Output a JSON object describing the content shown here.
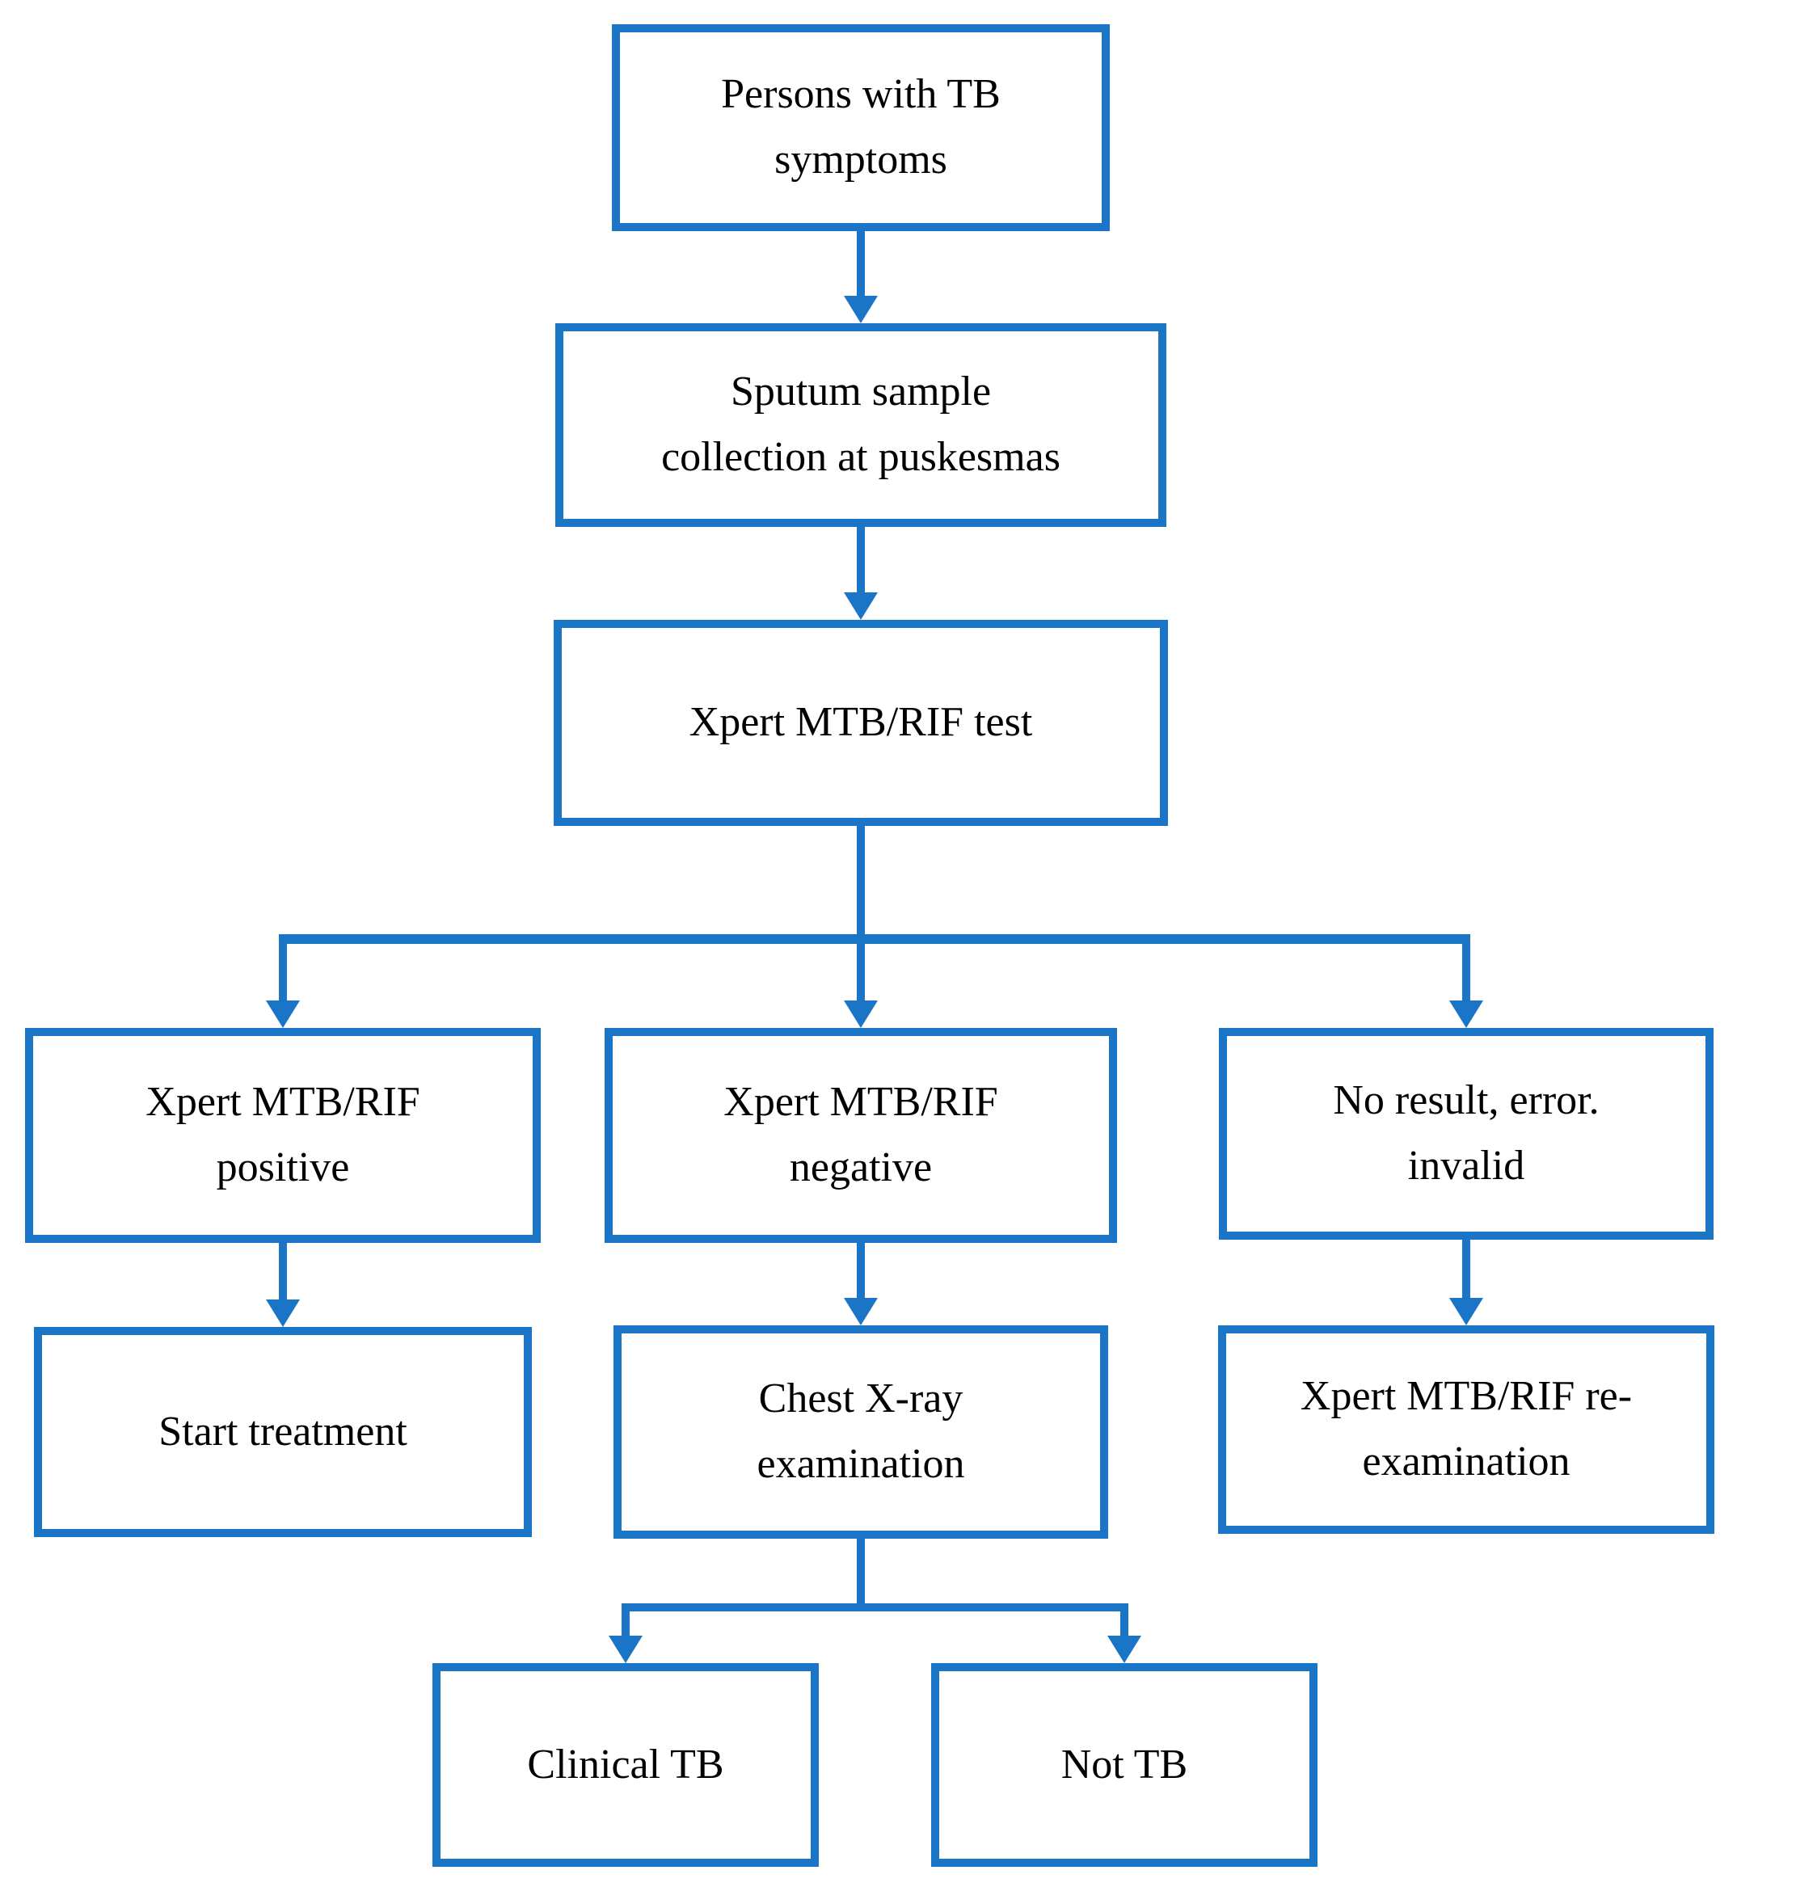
{
  "colors": {
    "accent": "#1b75c6",
    "text": "#000000",
    "background": "#ffffff"
  },
  "diagram": {
    "type": "flowchart",
    "nodes": {
      "persons": {
        "line1": "Persons with TB",
        "line2": "symptoms"
      },
      "sputum": {
        "line1": "Sputum sample",
        "line2": "collection at puskesmas"
      },
      "xpert_test": {
        "line1": "Xpert MTB/RIF test"
      },
      "positive": {
        "line1": "Xpert MTB/RIF",
        "line2": "positive"
      },
      "negative": {
        "line1": "Xpert MTB/RIF",
        "line2": "negative"
      },
      "no_result": {
        "line1": "No result, error.",
        "line2": "invalid"
      },
      "treatment": {
        "line1": "Start treatment"
      },
      "xray": {
        "line1": "Chest X-ray",
        "line2": "examination"
      },
      "reexam": {
        "line1": "Xpert MTB/RIF re-",
        "line2": "examination"
      },
      "clinical": {
        "line1": "Clinical TB"
      },
      "not_tb": {
        "line1": "Not TB"
      }
    },
    "edges": [
      {
        "from": "persons",
        "to": "sputum"
      },
      {
        "from": "sputum",
        "to": "xpert_test"
      },
      {
        "from": "xpert_test",
        "to": "positive"
      },
      {
        "from": "xpert_test",
        "to": "negative"
      },
      {
        "from": "xpert_test",
        "to": "no_result"
      },
      {
        "from": "positive",
        "to": "treatment"
      },
      {
        "from": "negative",
        "to": "xray"
      },
      {
        "from": "no_result",
        "to": "reexam"
      },
      {
        "from": "xray",
        "to": "clinical"
      },
      {
        "from": "xray",
        "to": "not_tb"
      }
    ]
  }
}
